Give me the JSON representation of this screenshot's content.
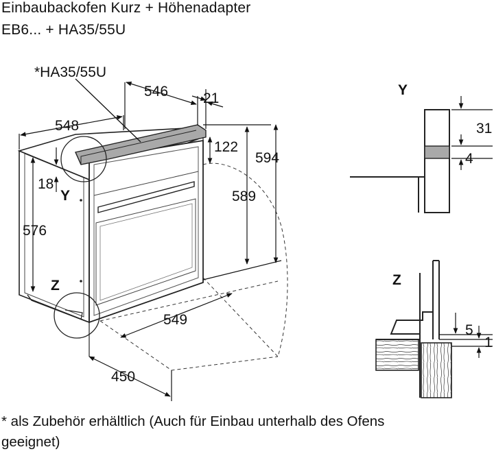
{
  "title": {
    "line1": "Einbaubackofen Kurz + Höhenadapter",
    "line2": "EB6... + HA35/55U"
  },
  "accessory_label": "*HA35/55U",
  "dimensions": {
    "d546": "546",
    "d21": "21",
    "d548": "548",
    "d122": "122",
    "d594": "594",
    "d18": "18",
    "d589": "589",
    "d576": "576",
    "d549": "549",
    "d450": "450"
  },
  "detail_labels": {
    "y_main": "Y",
    "z_main": "Z",
    "y_detail": "Y",
    "z_detail": "Z"
  },
  "detail_y_dims": {
    "d31": "31",
    "d4": "4"
  },
  "detail_z_dims": {
    "d5": "5",
    "d1": "1"
  },
  "footnote": {
    "line1": "* als Zubehör erhältlich (Auch für Einbau unterhalb des Ofens",
    "line2": "geeignet)"
  }
}
